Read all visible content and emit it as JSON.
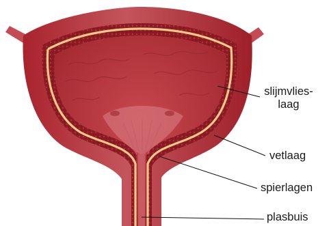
{
  "labels": {
    "slijmvlieslaag_line1": "slijmvlies-",
    "slijmvlieslaag_line2": "laag",
    "vetlaag": "vetlaag",
    "spierlagen": "spierlagen",
    "plasbuis": "plasbuis"
  },
  "colors": {
    "outer_wall": "#a8262f",
    "outer_wall_light": "#c85a60",
    "muscle_layer": "#8e1c24",
    "fat_layer": "#f3c88a",
    "mucosa": "#b5353c",
    "mucosa_fold": "#9a2a32",
    "leader_line": "#111111"
  }
}
